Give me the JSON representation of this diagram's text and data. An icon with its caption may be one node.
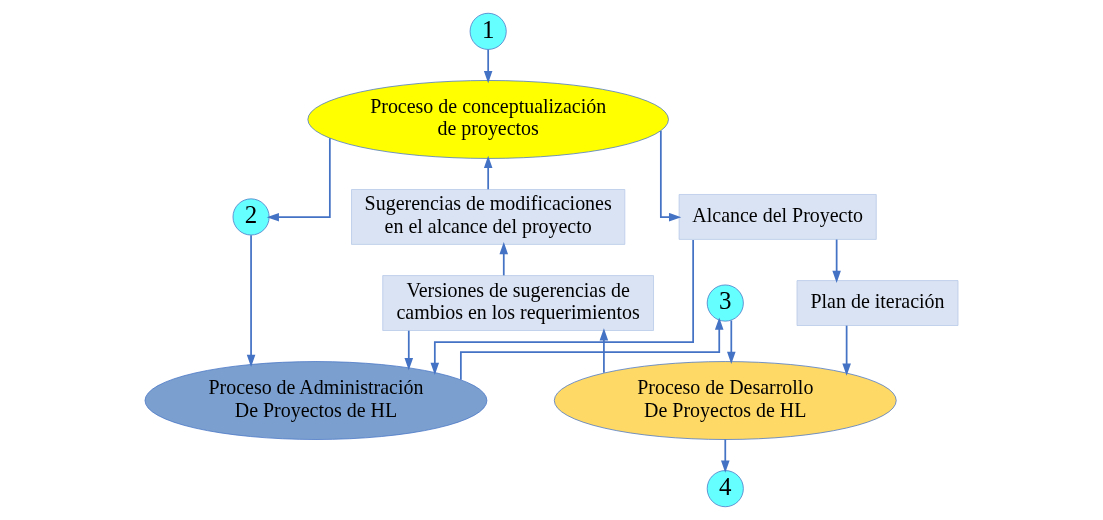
{
  "diagram": {
    "nodes": [
      {
        "text": [
          "1"
        ]
      },
      {
        "text": [
          "Proceso de conceptualización de proyectos"
        ]
      },
      {
        "text": [
          "Sugerencias de modificaciones en el alcance del proyecto"
        ]
      },
      {
        "text": [
          "2"
        ]
      },
      {
        "text": [
          "Alcance del Proyecto"
        ]
      },
      {
        "text": [
          "Proceso de Administración De Proyectos de HL"
        ]
      },
      {
        "text": [
          "Versiones de sugerencias de cambios en los requerimientos"
        ]
      },
      {
        "text": [
          "3"
        ]
      },
      {
        "text": [
          "Plan de iteración"
        ]
      },
      {
        "text": [
          "Proceso de Desarrollo De Proyectos de HL"
        ]
      },
      {
        "text": [
          "4"
        ]
      }
    ],
    "edges": [
      {
        "from": 0,
        "to": 1,
        "arrow": "to"
      },
      {
        "from": 1,
        "to": 3,
        "arrow": "to"
      },
      {
        "from": 3,
        "to": 5,
        "arrow": "to"
      },
      {
        "from": 5,
        "to": 7,
        "arrow": "to"
      },
      {
        "from": 7,
        "to": 9,
        "arrow": "to"
      },
      {
        "from": 9,
        "to": 10,
        "arrow": "to"
      },
      {
        "from": 1,
        "to": 4,
        "arrow": "to"
      },
      {
        "from": 4,
        "to": 5,
        "arrow": "to"
      },
      {
        "from": 4,
        "to": 8,
        "arrow": "to"
      },
      {
        "from": 8,
        "to": 9,
        "arrow": "to"
      },
      {
        "from": 9,
        "to": 6,
        "arrow": "to"
      },
      {
        "from": 6,
        "to": 2,
        "arrow": "to"
      },
      {
        "from": 6,
        "to": 5,
        "arrow": "to"
      },
      {
        "from": 2,
        "to": 1,
        "arrow": "to"
      }
    ]
  }
}
